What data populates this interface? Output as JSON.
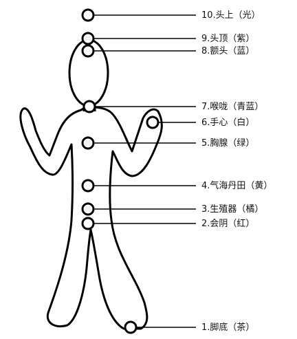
{
  "diagram": {
    "points": [
      {
        "id": "p10",
        "label": "10.头上（光）"
      },
      {
        "id": "p9",
        "label": "9.头顶（紫）"
      },
      {
        "id": "p8",
        "label": "8.额头（蓝）"
      },
      {
        "id": "p7",
        "label": "7.喉咙（青蓝）"
      },
      {
        "id": "p6",
        "label": "6.手心（白）"
      },
      {
        "id": "p5",
        "label": "5.胸腺（绿）"
      },
      {
        "id": "p4",
        "label": "4.气海丹田（黄）"
      },
      {
        "id": "p3",
        "label": "3.生殖器（橘）"
      },
      {
        "id": "p2",
        "label": "2.会阴（红）"
      },
      {
        "id": "p1",
        "label": "1.脚底（茶）"
      }
    ]
  }
}
